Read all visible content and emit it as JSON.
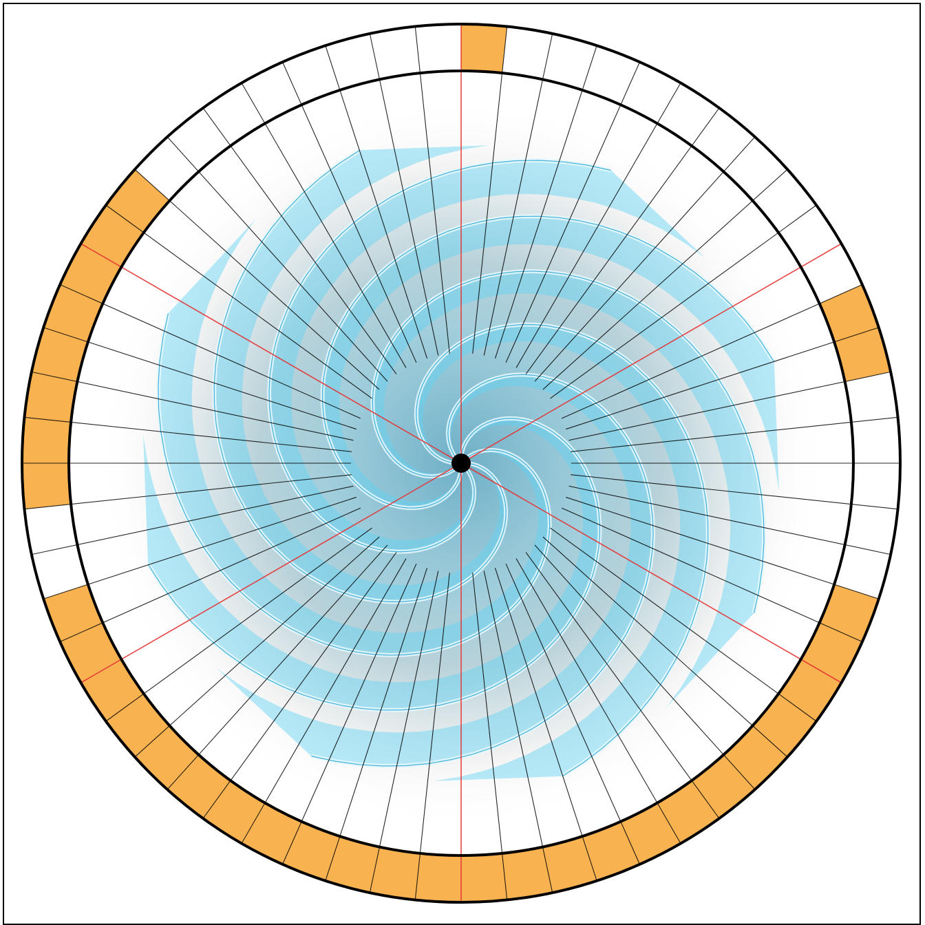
{
  "diagram": {
    "segment_count": 60,
    "red_divider_segments": [
      0,
      10,
      20,
      30,
      40,
      50
    ],
    "highlighted_segments": [
      0,
      11,
      12,
      18,
      19,
      20,
      21,
      22,
      23,
      24,
      25,
      26,
      27,
      28,
      29,
      30,
      31,
      32,
      33,
      34,
      35,
      36,
      37,
      38,
      39,
      40,
      41,
      44,
      45,
      46,
      47,
      48,
      49,
      50,
      51
    ],
    "colors": {
      "ring_highlight": "#f7a531",
      "divider_red": "#e53232",
      "line_black": "#000000",
      "spiral_light": "#e6f8fd",
      "spiral_mid": "#5fd2f4",
      "spiral_deep": "#1a9fd0",
      "shadow_gray": "#a8a8a8",
      "center_dot": "#000000"
    },
    "spiral_arms": 8
  }
}
